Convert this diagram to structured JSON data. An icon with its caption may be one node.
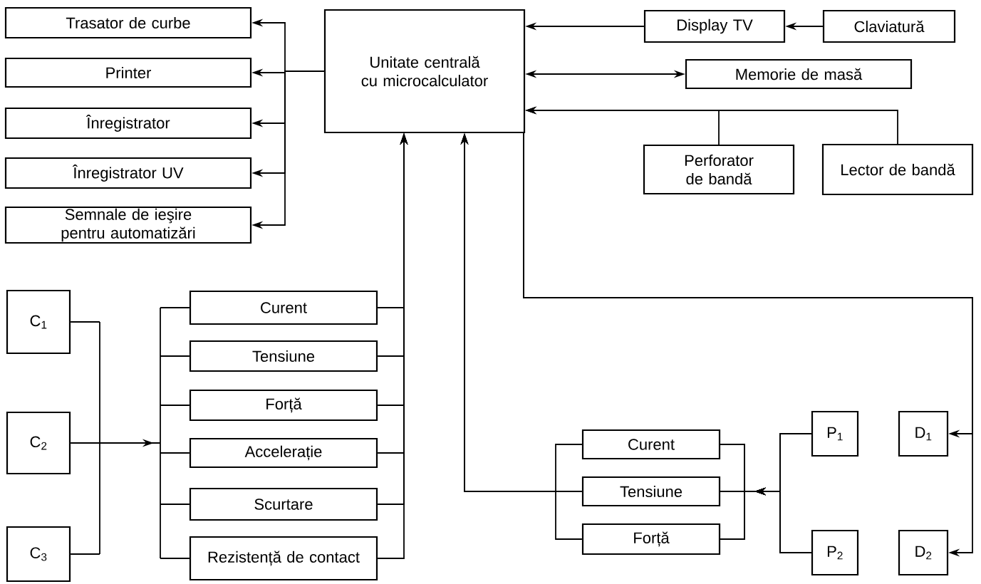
{
  "diagram": {
    "nodes": [
      {
        "text": [
          "Unitate centrală cu microcalculator"
        ]
      },
      {
        "text": [
          "Trasator de curbe"
        ]
      },
      {
        "text": [
          "Printer"
        ]
      },
      {
        "text": [
          "Înregistrator"
        ]
      },
      {
        "text": [
          "Înregistrator UV"
        ]
      },
      {
        "text": [
          "Semnale de ieşire pentru automatizări"
        ]
      },
      {
        "text": [
          "Display TV"
        ]
      },
      {
        "text": [
          "Claviatură"
        ]
      },
      {
        "text": [
          "Memorie de masă"
        ]
      },
      {
        "text": [
          "Perforator de bandă"
        ]
      },
      {
        "text": [
          "Lector de bandă"
        ]
      },
      {
        "text": [
          "C$_{1}$"
        ]
      },
      {
        "text": [
          "C$_{2}$"
        ]
      },
      {
        "text": [
          "C$_{3}$"
        ]
      },
      {
        "text": [
          "Curent"
        ]
      },
      {
        "text": [
          "Tensiune"
        ]
      },
      {
        "text": [
          "Forță"
        ]
      },
      {
        "text": [
          "Accelerație"
        ]
      },
      {
        "text": [
          "Scurtare"
        ]
      },
      {
        "text": [
          "Rezistență de contact"
        ]
      },
      {
        "text": [
          "Curent"
        ]
      },
      {
        "text": [
          "Tensiune"
        ]
      },
      {
        "text": [
          "Forță"
        ]
      },
      {
        "text": [
          "P$_{1}$"
        ]
      },
      {
        "text": [
          "P$_{2}$"
        ]
      },
      {
        "text": [
          "D$_{1}$"
        ]
      },
      {
        "text": [
          "D$_{2}$"
        ]
      }
    ],
    "edges": [
      {
        "from": 0,
        "to": 1,
        "arrow": "to"
      },
      {
        "from": 0,
        "to": 2,
        "arrow": "to"
      },
      {
        "from": 0,
        "to": 3,
        "arrow": "to"
      },
      {
        "from": 0,
        "to": 4,
        "arrow": "to"
      },
      {
        "from": 0,
        "to": 5,
        "arrow": "to"
      },
      {
        "from": 6,
        "to": 0,
        "arrow": "to"
      },
      {
        "from": 7,
        "to": 6,
        "arrow": "to"
      },
      {
        "from": 0,
        "to": 8,
        "arrow": "both"
      },
      {
        "from": 9,
        "to": 0,
        "arrow": "to"
      },
      {
        "from": 10,
        "to": 0,
        "arrow": "to"
      },
      {
        "from": 14,
        "to": 0,
        "arrow": "to"
      },
      {
        "from": 15,
        "to": 0,
        "arrow": "to"
      },
      {
        "from": 16,
        "to": 0,
        "arrow": "to"
      },
      {
        "from": 17,
        "to": 0,
        "arrow": "to"
      },
      {
        "from": 18,
        "to": 0,
        "arrow": "to"
      },
      {
        "from": 19,
        "to": 0,
        "arrow": "to"
      },
      {
        "from": 20,
        "to": 0,
        "arrow": "to"
      },
      {
        "from": 21,
        "to": 0,
        "arrow": "to"
      },
      {
        "from": 22,
        "to": 0,
        "arrow": "to"
      },
      {
        "from": 0,
        "to": 25,
        "arrow": "to"
      },
      {
        "from": 0,
        "to": 26,
        "arrow": "to"
      },
      {
        "from": 11,
        "to": 14,
        "arrow": "to"
      },
      {
        "from": 11,
        "to": 15,
        "arrow": "to"
      },
      {
        "from": 11,
        "to": 16,
        "arrow": "to"
      },
      {
        "from": 11,
        "to": 17,
        "arrow": "to"
      },
      {
        "from": 11,
        "to": 18,
        "arrow": "to"
      },
      {
        "from": 11,
        "to": 19,
        "arrow": "to"
      },
      {
        "from": 12,
        "to": 14,
        "arrow": "to"
      },
      {
        "from": 12,
        "to": 15,
        "arrow": "to"
      },
      {
        "from": 12,
        "to": 16,
        "arrow": "to"
      },
      {
        "from": 12,
        "to": 17,
        "arrow": "to"
      },
      {
        "from": 12,
        "to": 18,
        "arrow": "to"
      },
      {
        "from": 12,
        "to": 19,
        "arrow": "to"
      },
      {
        "from": 13,
        "to": 14,
        "arrow": "to"
      },
      {
        "from": 13,
        "to": 15,
        "arrow": "to"
      },
      {
        "from": 13,
        "to": 16,
        "arrow": "to"
      },
      {
        "from": 13,
        "to": 17,
        "arrow": "to"
      },
      {
        "from": 13,
        "to": 18,
        "arrow": "to"
      },
      {
        "from": 13,
        "to": 19,
        "arrow": "to"
      },
      {
        "from": 23,
        "to": 20,
        "arrow": "to"
      },
      {
        "from": 23,
        "to": 21,
        "arrow": "to"
      },
      {
        "from": 23,
        "to": 22,
        "arrow": "to"
      },
      {
        "from": 24,
        "to": 20,
        "arrow": "to"
      },
      {
        "from": 24,
        "to": 21,
        "arrow": "to"
      },
      {
        "from": 24,
        "to": 22,
        "arrow": "to"
      }
    ]
  }
}
